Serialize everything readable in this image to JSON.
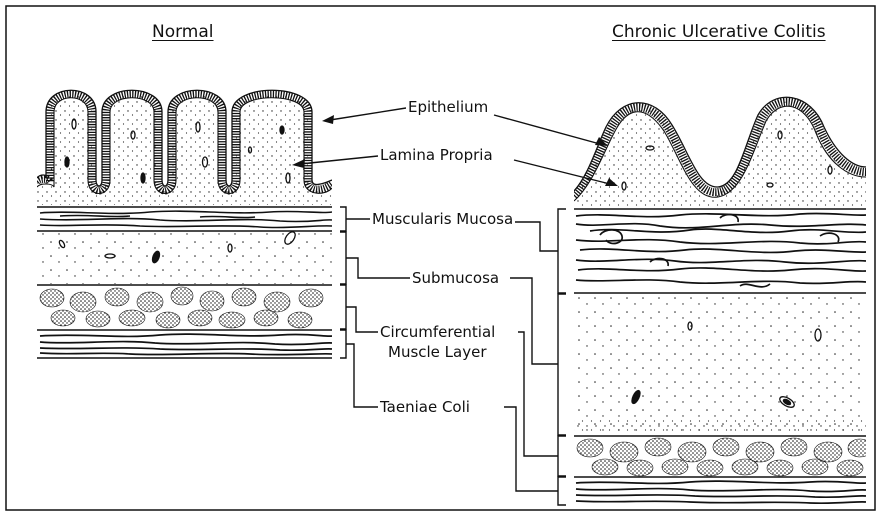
{
  "titles": {
    "normal": "Normal",
    "colitis": "Chronic Ulcerative Colitis"
  },
  "labels": {
    "epithelium": "Epithelium",
    "lamina_propria": "Lamina Propria",
    "muscularis_mucosa": "Muscularis Mucosa",
    "submucosa": "Submucosa",
    "circumferential_1": "Circumferential",
    "circumferential_2": "Muscle Layer",
    "taeniae_coli": "Taeniae Coli"
  },
  "colors": {
    "ink": "#111111",
    "background": "#ffffff"
  }
}
